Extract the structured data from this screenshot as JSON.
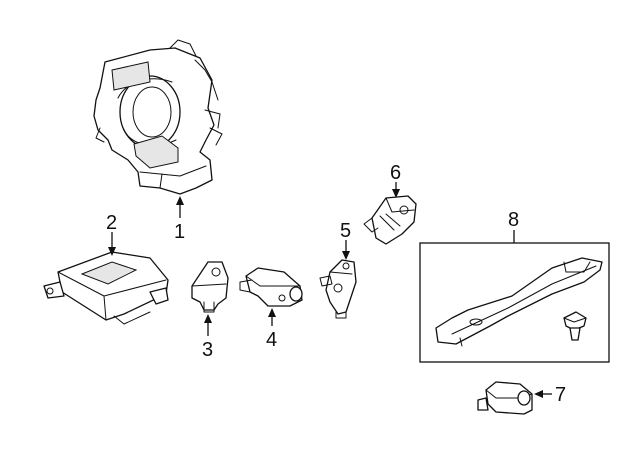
{
  "callouts": {
    "c1": "1",
    "c2": "2",
    "c3": "3",
    "c4": "4",
    "c5": "5",
    "c6": "6",
    "c7": "7",
    "c8": "8"
  },
  "parts": [
    {
      "id": "1",
      "icon": "clock-spring"
    },
    {
      "id": "2",
      "icon": "airbag-control-module"
    },
    {
      "id": "3",
      "icon": "impact-sensor"
    },
    {
      "id": "4",
      "icon": "side-impact-sensor"
    },
    {
      "id": "5",
      "icon": "front-impact-sensor"
    },
    {
      "id": "6",
      "icon": "occupant-sensor"
    },
    {
      "id": "7",
      "icon": "crash-sensor"
    },
    {
      "id": "8",
      "icon": "sensor-bracket-kit"
    }
  ]
}
